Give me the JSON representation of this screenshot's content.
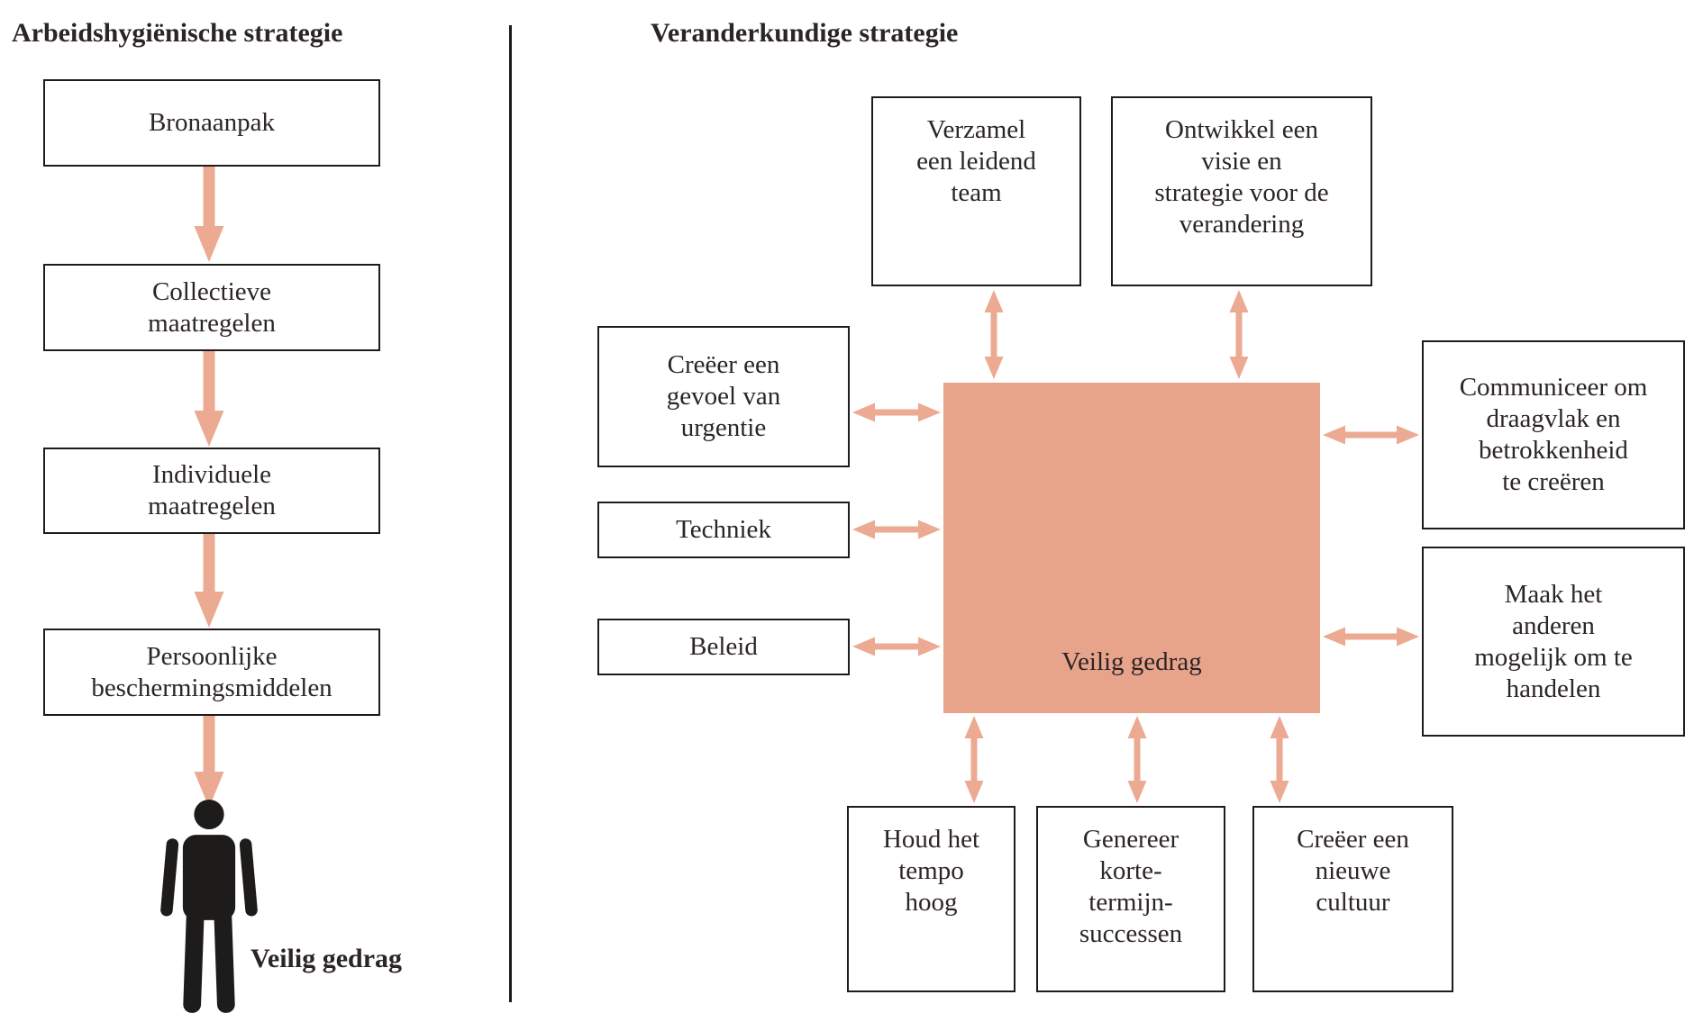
{
  "colors": {
    "salmon": "#e8a38b",
    "arrow": "#ebaa91",
    "ink": "#1d1c1a",
    "text": "#2c2526"
  },
  "left_panel": {
    "title": "Arbeidshygiënische strategie",
    "boxes": [
      "Bronaanpak",
      "Collectieve\nmaatregelen",
      "Individuele\nmaatregelen",
      "Persoonlijke\nbeschermingsmiddelen"
    ],
    "result_label": "Veilig gedrag"
  },
  "right_panel": {
    "title": "Veranderkundige strategie",
    "top_boxes": [
      "Verzamel\neen leidend\nteam",
      "Ontwikkel een\nvisie en\nstrategie voor de\nverandering"
    ],
    "left_boxes": [
      "Creëer een\ngevoel van\nurgentie",
      "Techniek",
      "Beleid"
    ],
    "right_boxes": [
      "Communiceer om\ndraagvlak en\nbetrokkenheid\nte creëren",
      "Maak het\nanderen\nmogelijk om te\nhandelen"
    ],
    "bottom_boxes": [
      "Houd het\ntempo\nhoog",
      "Genereer\nkorte-\ntermijn-\nsuccessen",
      "Creëer een\nnieuwe\ncultuur"
    ],
    "center_label": "Veilig gedrag"
  }
}
